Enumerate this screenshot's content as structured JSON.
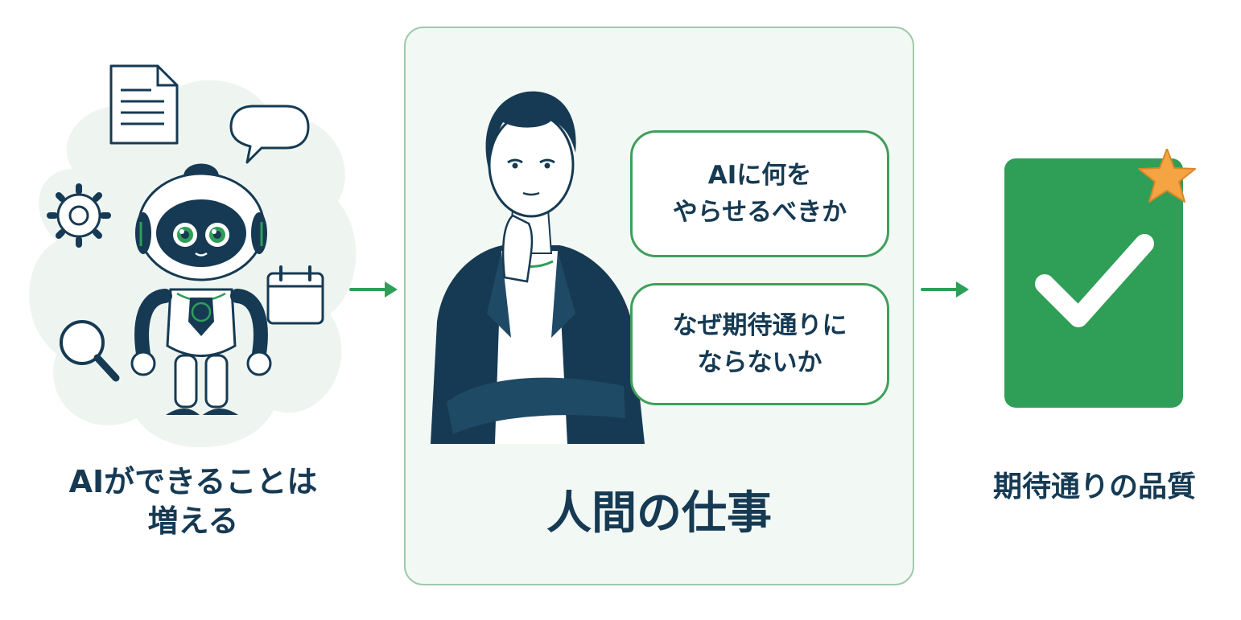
{
  "left": {
    "caption": "AIができることは\n増える"
  },
  "center": {
    "bubbles": [
      {
        "text": "AIに何を\nやらせるべきか"
      },
      {
        "text": "なぜ期待通りに\nならないか"
      }
    ],
    "caption": "人間の仕事"
  },
  "right": {
    "caption": "期待通りの品質"
  },
  "colors": {
    "navy": "#163a53",
    "green": "#2f9e57",
    "panel_bg": "#f2f8f4",
    "star": "#f4a442"
  },
  "icons": [
    "document-icon",
    "speech-bubble-icon",
    "gear-icon",
    "calendar-icon",
    "magnifier-icon",
    "robot-icon",
    "person-icon",
    "checkmark-icon",
    "star-icon",
    "arrow-right-icon"
  ]
}
